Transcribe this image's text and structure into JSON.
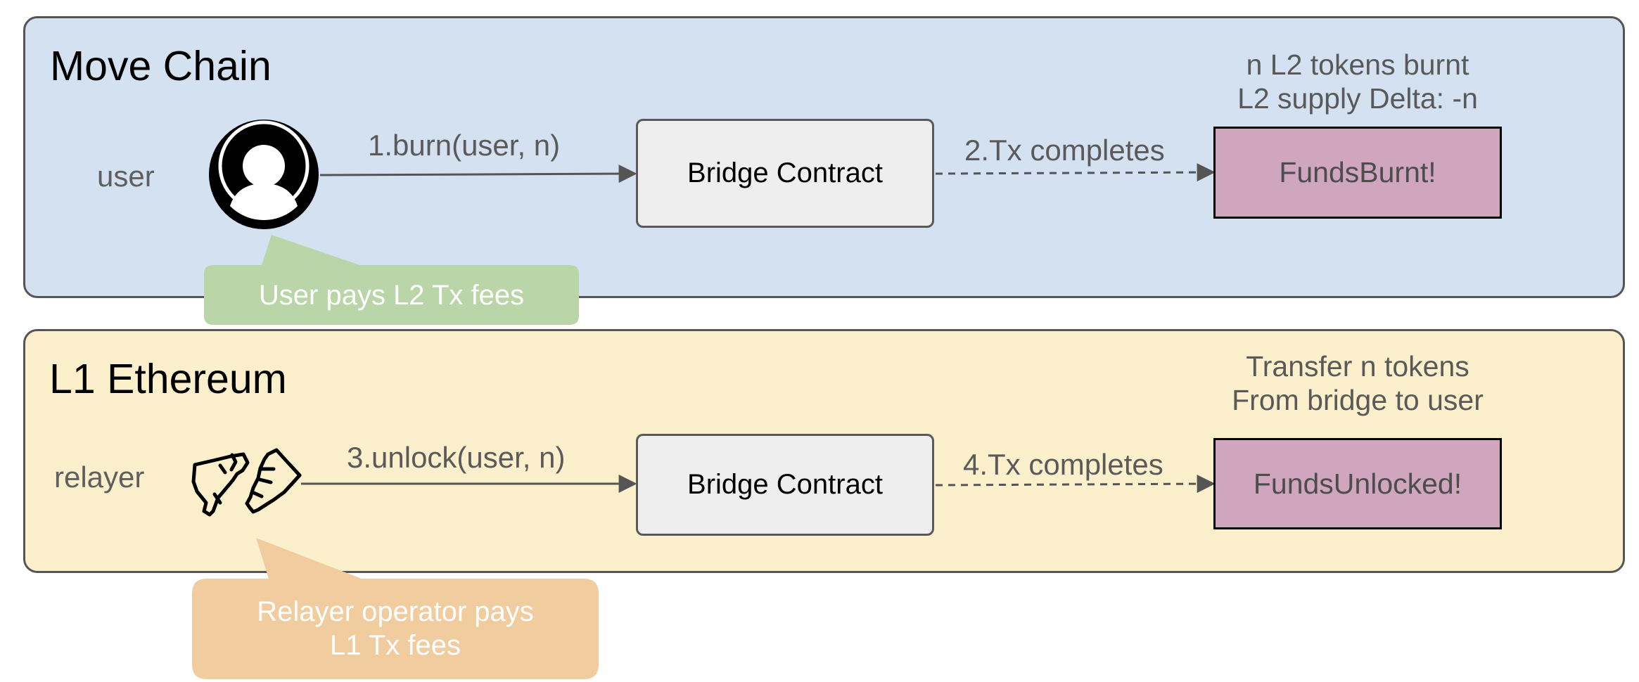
{
  "move_chain": {
    "title": "Move Chain",
    "actor_label": "user",
    "contract_label": "Bridge Contract",
    "call_label": "1.burn(user, n)",
    "tx_label": "2.Tx completes",
    "event_label": "FundsBurnt!",
    "note_lines": [
      "n L2 tokens burnt",
      "L2 supply Delta: -n"
    ],
    "callout": "User pays L2 Tx fees"
  },
  "l1_ethereum": {
    "title": "L1 Ethereum",
    "actor_label": "relayer",
    "contract_label": "Bridge Contract",
    "call_label": "3.unlock(user, n)",
    "tx_label": "4.Tx completes",
    "event_label": "FundsUnlocked!",
    "note_lines": [
      "Transfer n tokens",
      "From bridge to user"
    ],
    "callout_lines": [
      "Relayer operator pays",
      "L1 Tx fees"
    ]
  },
  "colors": {
    "move_chain_bg": "#d4e1f1",
    "l1_ethereum_bg": "#fcf0cc",
    "event_box": "#cfa6bd",
    "contract_box": "#eeeeee",
    "callout_green": "#bad5a8",
    "callout_orange": "#f1cc9f",
    "arrow": "#555555"
  },
  "icons": {
    "user": "user-avatar-icon",
    "relayer": "handshake-icon"
  }
}
